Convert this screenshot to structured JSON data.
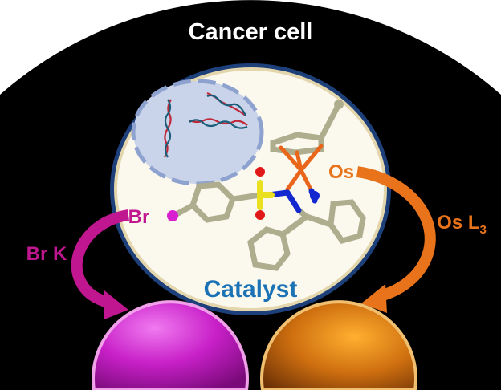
{
  "title": "Cancer cell",
  "labels": {
    "catalyst": "Catalyst",
    "br_atom": "Br",
    "os_atom": "Os",
    "br_edge": "Br K",
    "os_edge_main": "Os L",
    "os_edge_sub": "3"
  },
  "colors": {
    "background": "#000000",
    "cell": "#fbf8ee",
    "nucleus": "#c9d3ea",
    "bromine": "#c0168f",
    "osmium": "#e8731a",
    "catalyst_text": "#1b72b5"
  }
}
